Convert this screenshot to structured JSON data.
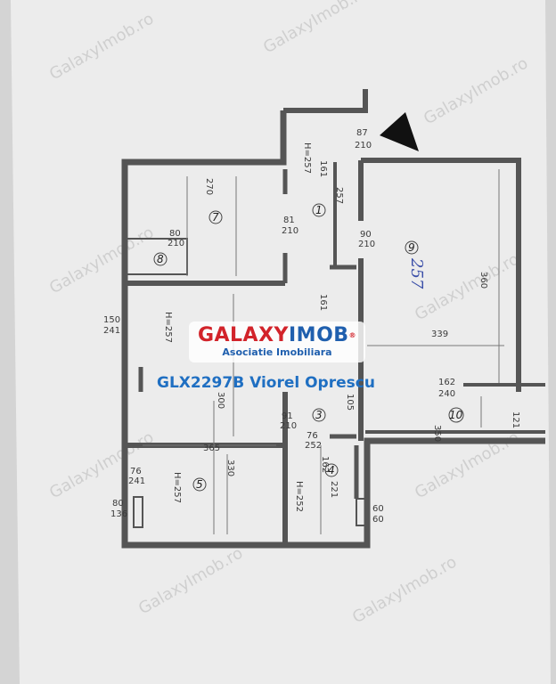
{
  "brand": {
    "logo_part1": "GALAXY",
    "logo_part2": "IMOB",
    "registered_mark": "®",
    "tagline": "Asociatie Imobiliara",
    "listing_code": "GLX2297B Viorel Oprescu",
    "colors": {
      "red": "#d2232a",
      "blue": "#1f5fae",
      "tagline": "#1f5fae",
      "listing_code": "#1f6fc2"
    }
  },
  "handwritten_note": "257",
  "room_numbers": [
    "1",
    "3",
    "4",
    "5",
    "7",
    "8",
    "9",
    "10"
  ],
  "dimension_labels": {
    "d1": "87",
    "d2": "210",
    "d3": "H=257",
    "d4": "161",
    "d5": "257",
    "d6": "270",
    "d7": "81",
    "d8": "210",
    "d9": "90",
    "d10": "210",
    "d11": "80",
    "d12": "210",
    "d13": "161",
    "d14": "H=257",
    "d15": "339",
    "d16": "162",
    "d17": "240",
    "d18": "121",
    "d19": "150",
    "d20": "241",
    "d21": "91",
    "d22": "210",
    "d23": "76",
    "d24": "252",
    "d25": "105",
    "d26": "162",
    "d27": "H=252",
    "d28": "221",
    "d29": "365",
    "d30": "330",
    "d31": "H=257",
    "d32": "76",
    "d33": "241",
    "d34": "80",
    "d35": "136",
    "d36": "60",
    "d37": "60",
    "d38": "350",
    "d39": "300",
    "d40": "360"
  },
  "watermark": "GalaxyImob.ro"
}
